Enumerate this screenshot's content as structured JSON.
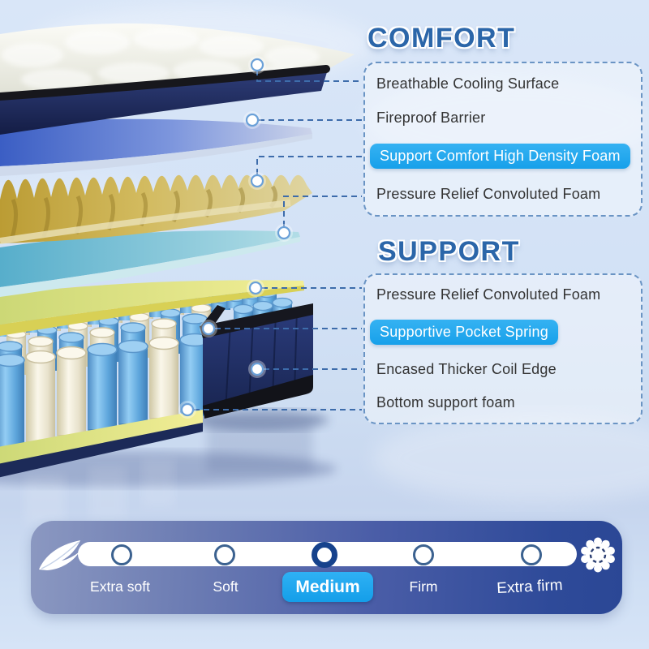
{
  "comfort_section": {
    "title": "COMFORT",
    "items": [
      {
        "label": "Breathable Cooling Surface",
        "highlighted": false
      },
      {
        "label": "Fireproof Barrier",
        "highlighted": false
      },
      {
        "label": "Support Comfort High Density Foam",
        "highlighted": true
      },
      {
        "label": "Pressure Relief Convoluted Foam",
        "highlighted": false
      }
    ]
  },
  "support_section": {
    "title": "SUPPORT",
    "items": [
      {
        "label": "Pressure Relief Convoluted Foam",
        "highlighted": false
      },
      {
        "label": "Supportive Pocket Spring",
        "highlighted": true
      },
      {
        "label": "Encased Thicker Coil Edge",
        "highlighted": false
      },
      {
        "label": "Bottom support foam",
        "highlighted": false
      }
    ]
  },
  "firmness_scale": {
    "selected": "Medium",
    "left_icon": "feather-icon",
    "right_icon": "coil-spring-icon",
    "levels": [
      {
        "label": "Extra soft",
        "selected": false
      },
      {
        "label": "Soft",
        "selected": false
      },
      {
        "label": "Medium",
        "selected": true
      },
      {
        "label": "Firm",
        "selected": false
      },
      {
        "label": "Extra firm",
        "selected": false
      }
    ]
  },
  "colors": {
    "highlight_blue": "#1EA9F0",
    "heading_blue": "#2B66A9",
    "leader_line": "#3D6CAB",
    "bar_gradient_left": "#8B98C1",
    "bar_gradient_right": "#2B4795",
    "background_light_blue": "#D3E2F6"
  }
}
